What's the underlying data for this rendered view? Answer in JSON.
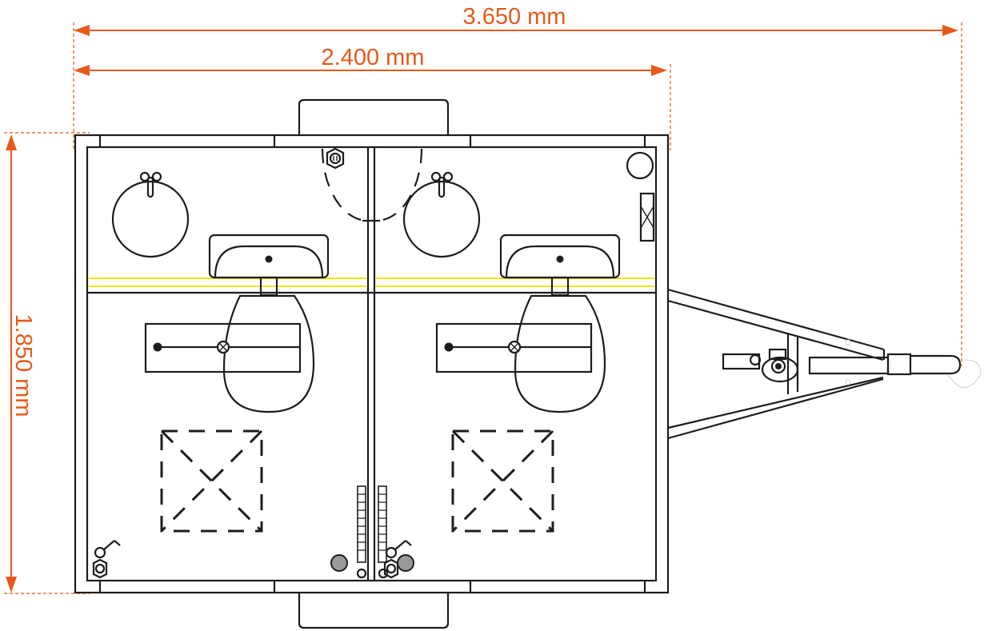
{
  "dimensions": {
    "total_length": "3.650 mm",
    "body_length": "2.400 mm",
    "width": "1.850 mm"
  },
  "colors": {
    "dimension": "#e8591a",
    "outline": "#1d1d1b",
    "accent_line": "#f5e400"
  }
}
